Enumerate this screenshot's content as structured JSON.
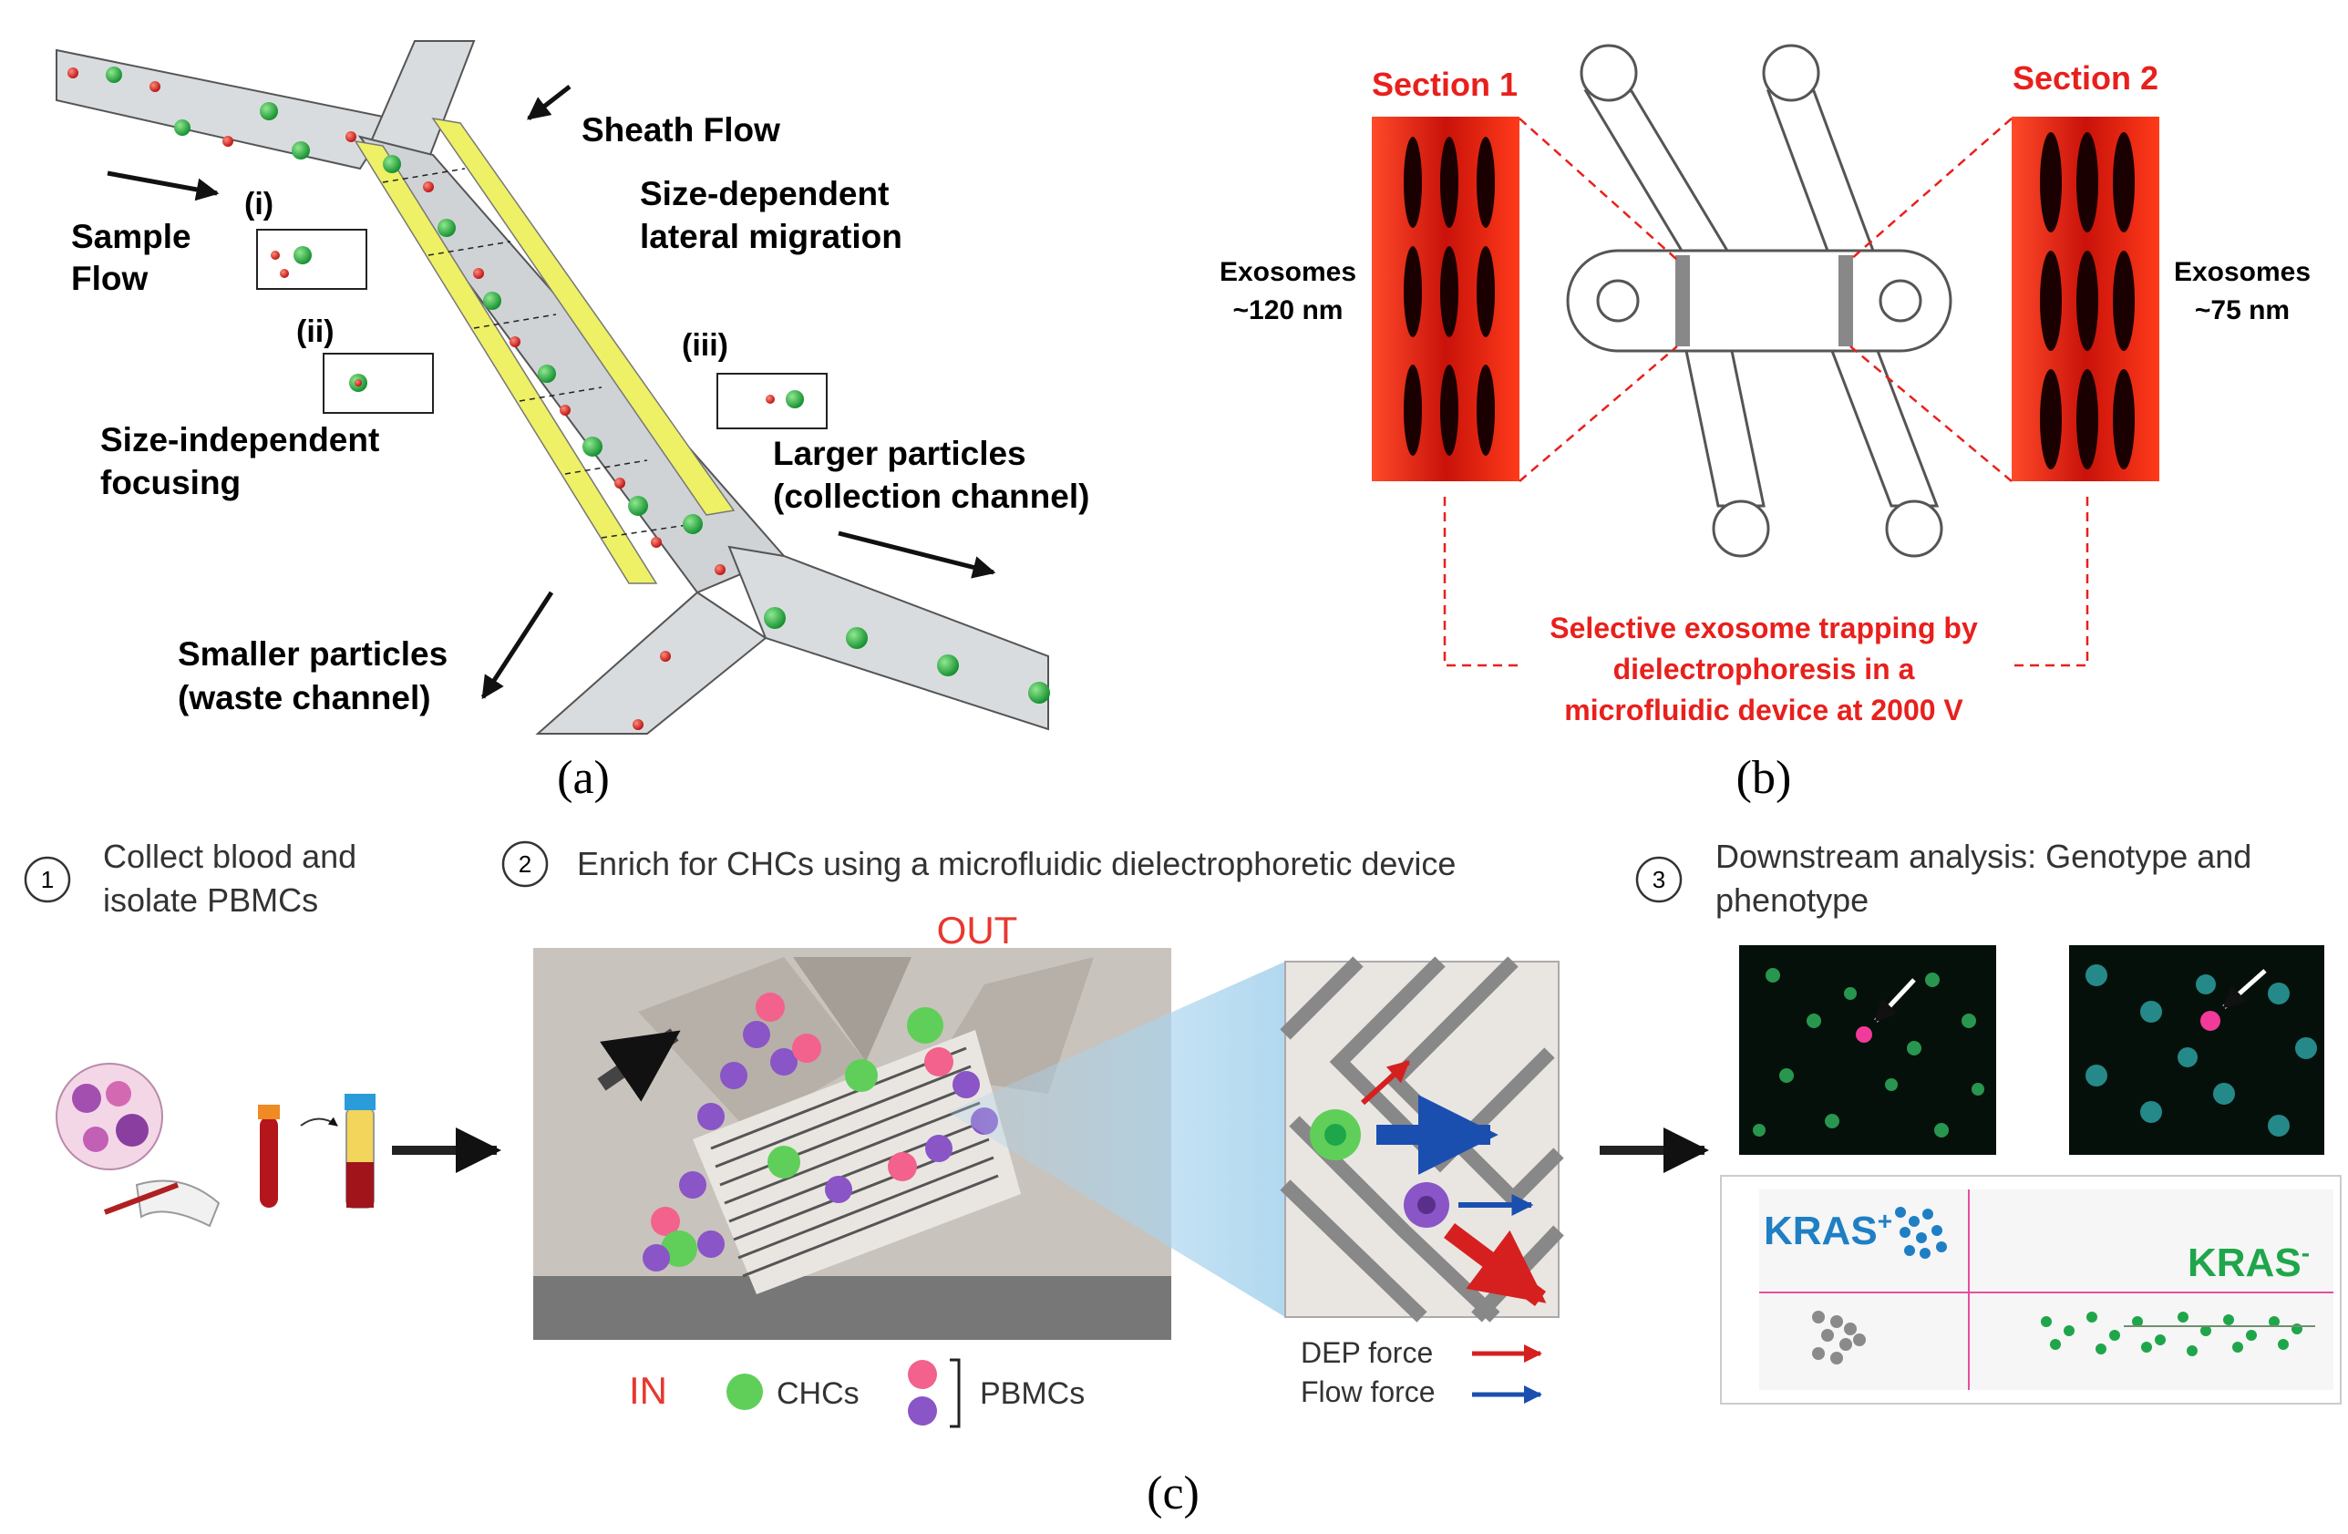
{
  "panel_a": {
    "caption": "(a)",
    "sheath_flow": "Sheath Flow",
    "size_dependent_1": "Size-dependent",
    "size_dependent_2": "lateral migration",
    "sample_1": "Sample",
    "sample_2": "Flow",
    "inset_i": "(i)",
    "inset_ii": "(ii)",
    "inset_iii": "(iii)",
    "size_independent_1": "Size-independent",
    "size_independent_2": "focusing",
    "larger_1": "Larger particles",
    "larger_2": "(collection channel)",
    "smaller_1": "Smaller particles",
    "smaller_2": "(waste channel)",
    "colors": {
      "channel": "#d9dcde",
      "electrode": "#eef066",
      "small_particle": "#d81b1b",
      "large_particle": "#18a83a"
    }
  },
  "panel_b": {
    "caption": "(b)",
    "section1": "Section 1",
    "section2": "Section 2",
    "exo_left_1": "Exosomes",
    "exo_left_2": "~120 nm",
    "exo_right_1": "Exosomes",
    "exo_right_2": "~75 nm",
    "trap_1": "Selective exosome trapping by",
    "trap_2": "dielectrophoresis in a",
    "trap_3": "microfluidic device at 2000 V",
    "colors": {
      "label_red": "#e8201c",
      "fluor_red": "#e01d0c"
    }
  },
  "panel_c": {
    "caption": "(c)",
    "step1_num": "1",
    "step1_text_1": "Collect blood and",
    "step1_text_2": "isolate PBMCs",
    "step2_num": "2",
    "step2_text": "Enrich for CHCs using a microfluidic dielectrophoretic device",
    "step3_num": "3",
    "step3_text_1": "Downstream analysis: Genotype and",
    "step3_text_2": "phenotype",
    "out_label": "OUT",
    "in_label": "IN",
    "chcs_label": "CHCs",
    "pbmcs_label": "PBMCs",
    "dep_force": "DEP force",
    "flow_force": "Flow force",
    "kras_pos": "KRAS",
    "kras_pos_sup": "+",
    "kras_neg": "KRAS",
    "kras_neg_sup": "-",
    "colors": {
      "out_red": "#e8372f",
      "kras_blue": "#1f7fc4",
      "kras_green": "#1fa64a",
      "chc_green": "#5fcf5a",
      "pbmc_pink": "#f2628c",
      "pbmc_purple": "#8a55c6",
      "dep_arrow": "#d62020",
      "flow_arrow": "#1a4fb0"
    }
  }
}
